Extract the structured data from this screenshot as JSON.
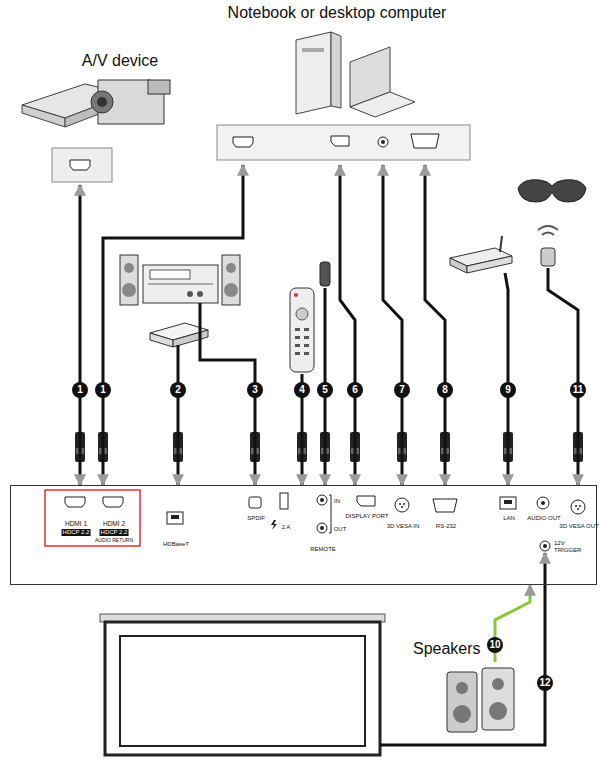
{
  "diagram": {
    "nodes": [
      {
        "text": [
          "Notebook or desktop computer"
        ]
      },
      {
        "text": [
          "A/V device"
        ]
      },
      {
        "text": [
          "HDMI 1",
          "HDCP 2.2",
          "HDMI 2",
          "HDCP 2.2",
          "AUDIO RETURN",
          "HDBaseT",
          "SPDIF",
          "2 A",
          "IN",
          "OUT",
          "REMOTE",
          "DISPLAY PORT",
          "3D VESA IN",
          "RS-232",
          "LAN",
          "AUDIO OUT",
          "3D VESA OUT",
          "12V TRIGGER"
        ]
      },
      {
        "text": [
          "Speakers"
        ]
      }
    ],
    "edges": [
      {
        "from": 1,
        "to": 2,
        "label": "1",
        "arrow": "both"
      },
      {
        "from": 0,
        "to": 2,
        "label": "1",
        "arrow": "both"
      },
      {
        "from": 0,
        "to": 2,
        "label": "6",
        "arrow": "both"
      },
      {
        "from": 0,
        "to": 2,
        "label": "7",
        "arrow": "both"
      },
      {
        "from": 0,
        "to": 2,
        "label": "8",
        "arrow": "both"
      },
      {
        "from": 3,
        "to": 2,
        "label": "10",
        "arrow": "to"
      }
    ],
    "labels": [
      "2",
      "3",
      "4",
      "5",
      "9",
      "11",
      "12"
    ]
  }
}
